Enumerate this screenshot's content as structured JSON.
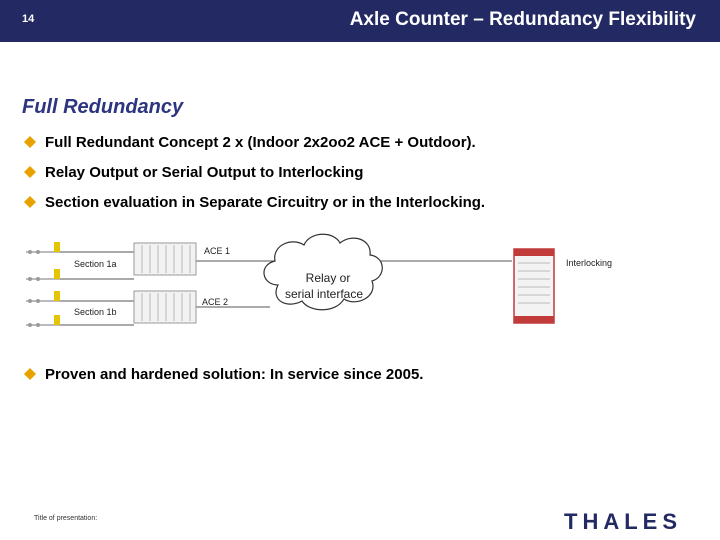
{
  "header": {
    "slide_number": "14",
    "title": "Axle Counter – Redundancy Flexibility"
  },
  "section_heading": "Full Redundancy",
  "bullets": [
    "Full Redundant Concept 2 x (Indoor 2x2oo2 ACE + Outdoor).",
    "Relay Output or Serial Output to Interlocking",
    "Section evaluation in Separate Circuitry or in the Interlocking."
  ],
  "diagram": {
    "section_1a": "Section 1a",
    "section_1b": "Section 1b",
    "ace1": "ACE 1",
    "ace2": "ACE 2",
    "cloud_line1": "Relay or",
    "cloud_line2": "serial interface",
    "interlocking": "Interlocking"
  },
  "bottom_bullet": "Proven and hardened solution: In service since 2005.",
  "footer": {
    "presentation_label": "Title of presentation:",
    "logo_text": "THALES"
  },
  "colors": {
    "header_bg": "#232a63",
    "heading": "#2d3580",
    "bullet_mark": "#e9a100",
    "cabinet": "#c23b3b",
    "logo": "#232a63"
  }
}
